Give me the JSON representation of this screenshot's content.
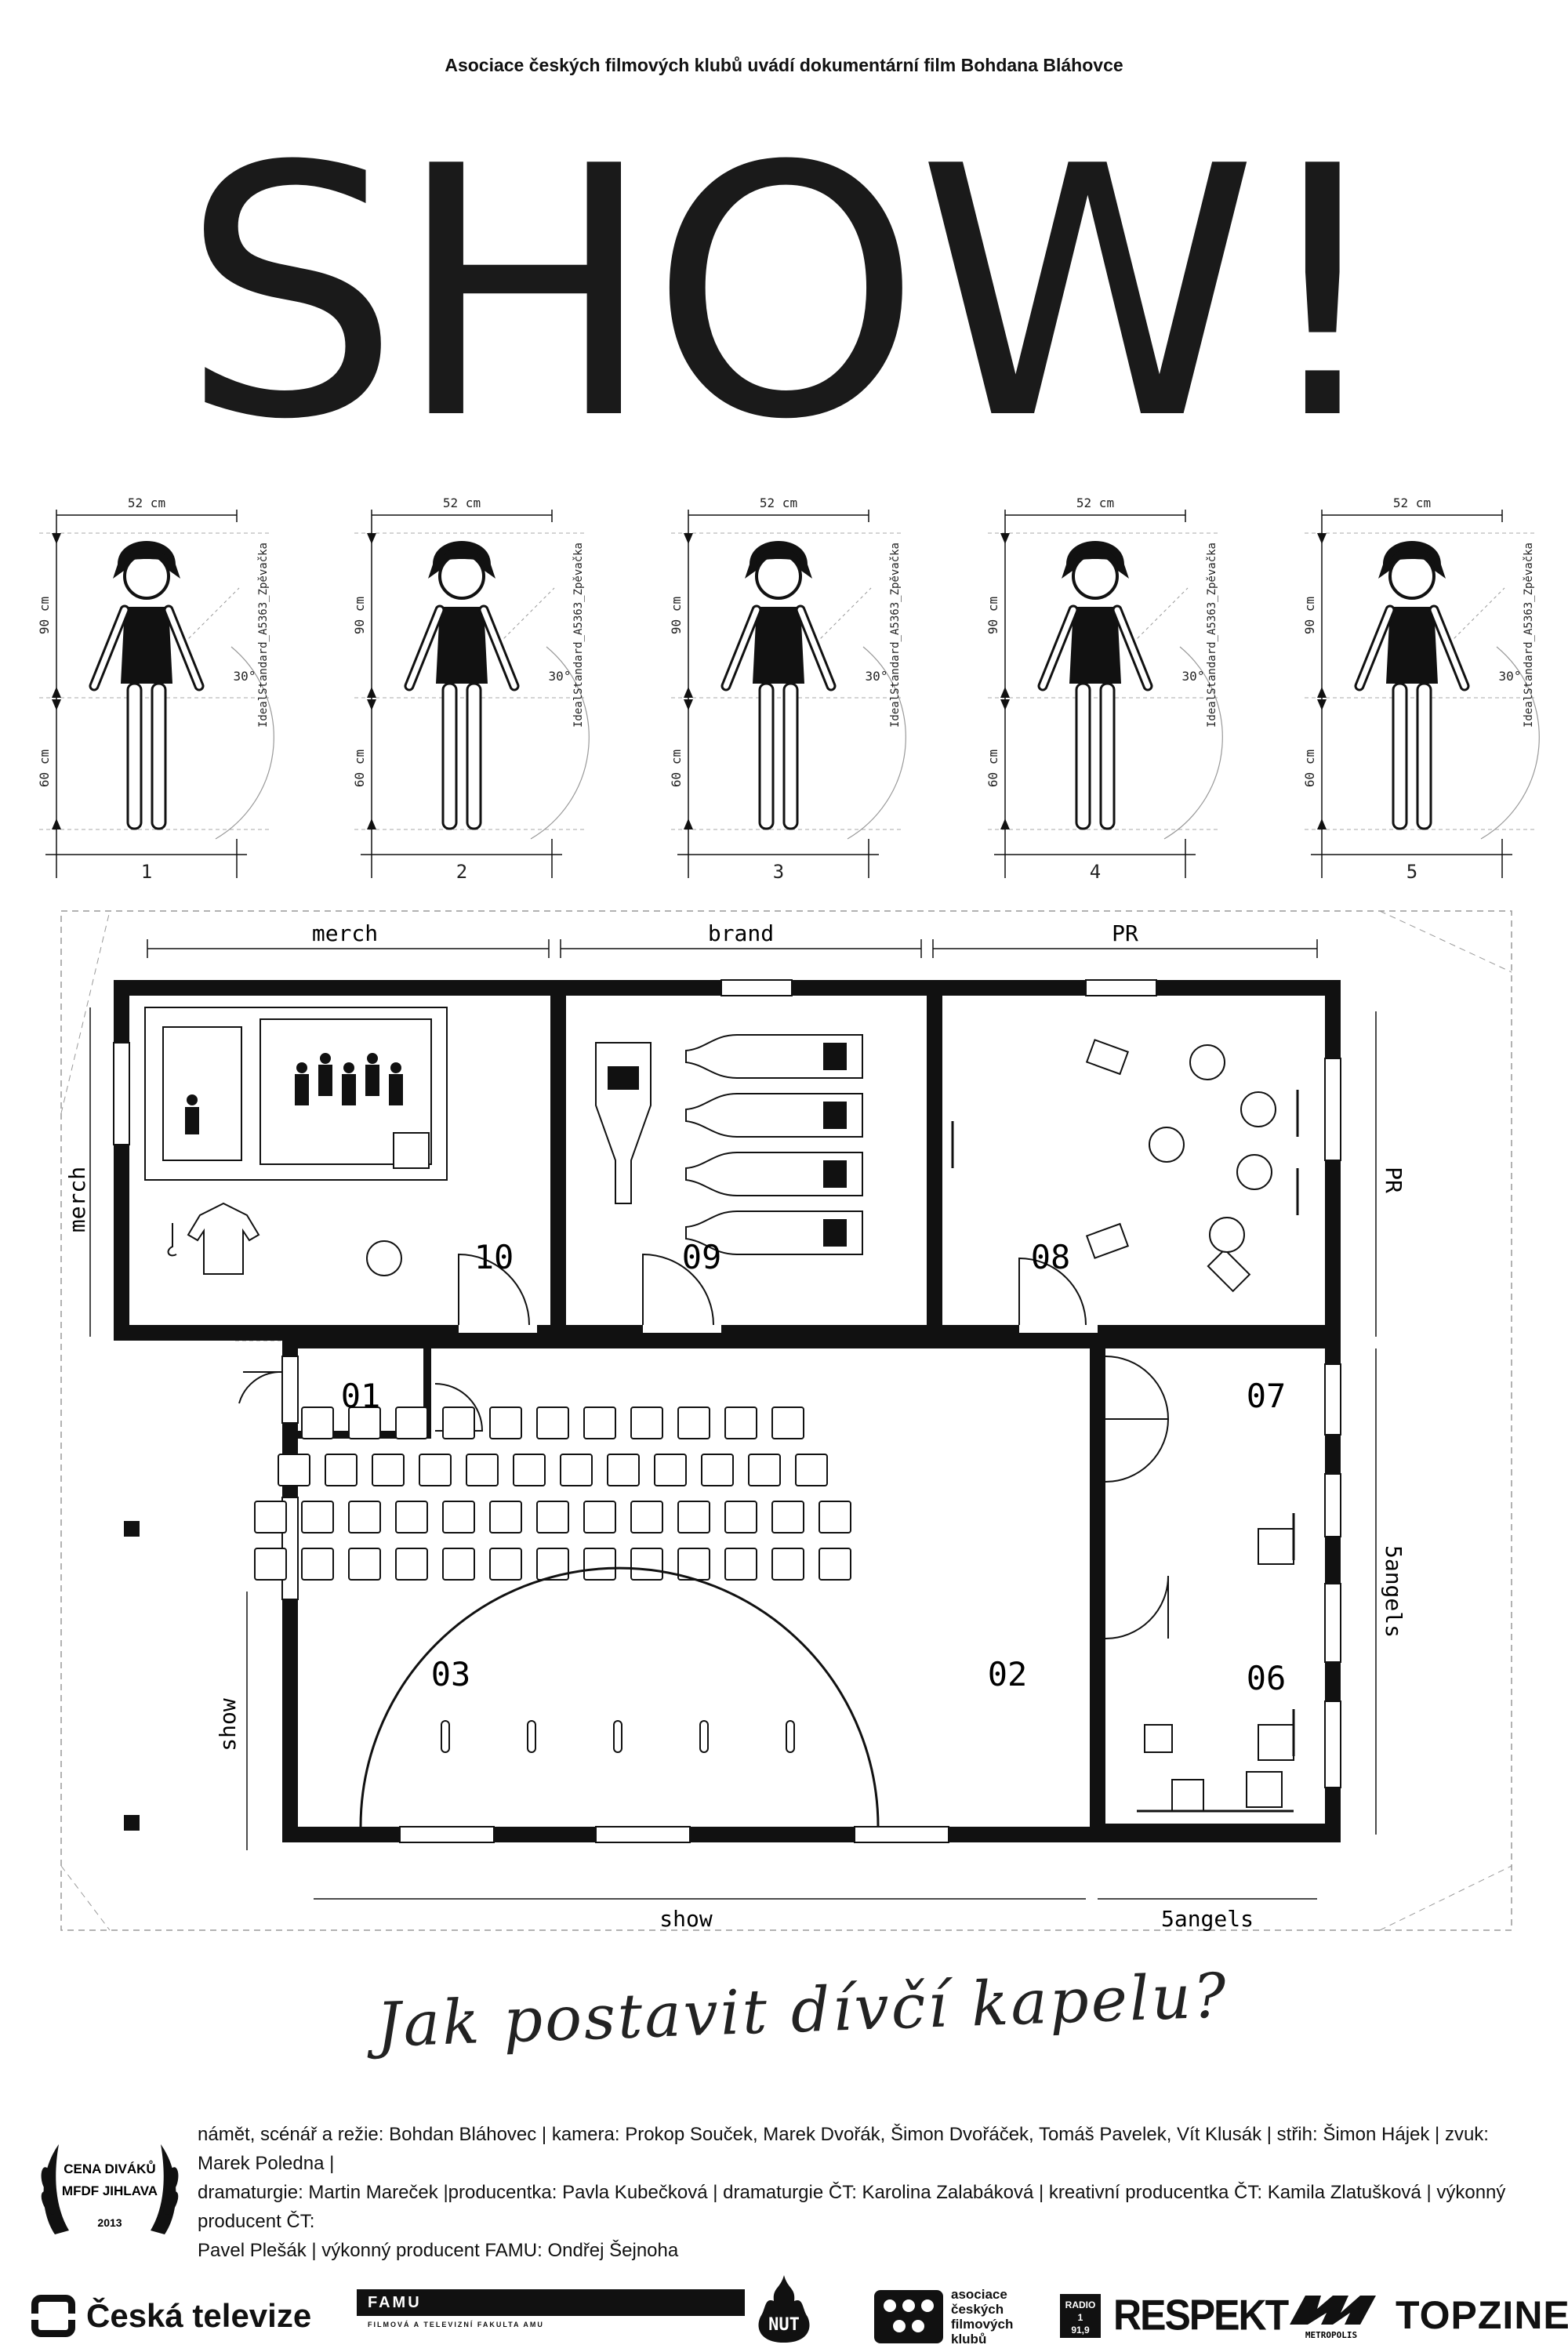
{
  "presenter_line": "Asociace českých filmových klubů uvádí dokumentární film Bohdana Bláhovce",
  "title": "SHOW!",
  "figures": {
    "width_label": "52 cm",
    "upper_label": "90 cm",
    "lower_label": "60 cm",
    "angle_label": "30°",
    "side_label": "IdealStandard_A5363_Zpěvačka",
    "numbers": [
      "1",
      "2",
      "3",
      "4",
      "5"
    ]
  },
  "plan": {
    "top_dims": [
      "merch",
      "brand",
      "PR"
    ],
    "side_dims": {
      "left_top": "merch",
      "left_bottom": "show",
      "right_top": "PR",
      "right_bottom": "5angels"
    },
    "bottom_dims": [
      "show",
      "5angels"
    ],
    "rooms": [
      "10",
      "09",
      "08",
      "01",
      "07",
      "03",
      "02",
      "06"
    ]
  },
  "tagline": "Jak postavit dívčí kapelu?",
  "laurel": {
    "line1": "CENA DIVÁKŮ",
    "line2": "MFDF JIHLAVA",
    "year": "2013"
  },
  "credits": [
    "námět, scénář a režie: Bohdan Bláhovec | kamera: Prokop Souček, Marek Dvořák, Šimon Dvořáček, Tomáš Pavelek, Vít Klusák | střih: Šimon Hájek | zvuk: Marek Poledna |",
    "dramaturgie: Martin Mareček |producentka: Pavla Kubečková | dramaturgie ČT: Karolina Zalabáková | kreativní producentka ČT: Kamila Zlatušková | výkonný producent ČT:",
    "Pavel Plešák | výkonný producent FAMU: Ondřej Šejnoha"
  ],
  "logos": {
    "ct": "Česká televize",
    "famu": "FAMU",
    "famu_sub": "FILMOVÁ A TELEVIZNÍ FAKULTA AMU",
    "nut": "NUT",
    "acfk": [
      "asociace",
      "českých",
      "filmových",
      "klubů"
    ],
    "radio": [
      "RADIO",
      "1",
      "91,9"
    ],
    "respekt": "RESPEKT",
    "metropolis": "METROPOLIS",
    "topzine": "TOPZINE"
  },
  "colors": {
    "ink": "#111111",
    "background": "#ffffff"
  }
}
